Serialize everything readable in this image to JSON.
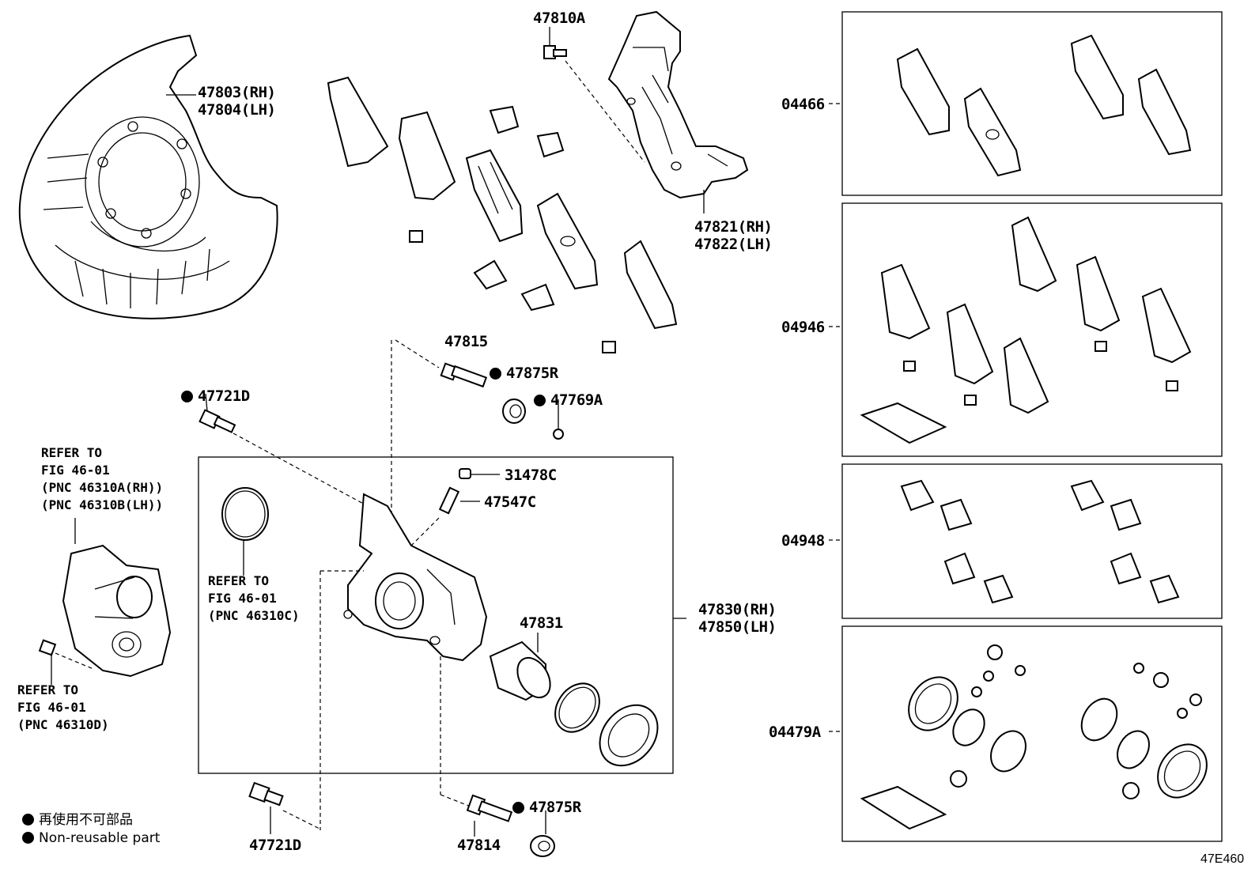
{
  "figure_code": "47E460",
  "labels": {
    "p47810A": "47810A",
    "p47803": "47803(RH)",
    "p47804": "47804(LH)",
    "p47821": "47821(RH)",
    "p47822": "47822(LH)",
    "p47815": "47815",
    "p47875R_top": "47875R",
    "p47769A": "47769A",
    "p47721D_top": "47721D",
    "p31478C": "31478C",
    "p47547C": "47547C",
    "p47830": "47830(RH)",
    "p47850": "47850(LH)",
    "p47831": "47831",
    "p47721D_bottom": "47721D",
    "p47814": "47814",
    "p47875R_bottom": "47875R",
    "k04466": "04466",
    "k04946": "04946",
    "k04948": "04948",
    "k04479A": "04479A"
  },
  "refs": {
    "cylinder_ref": [
      "REFER TO",
      "FIG 46-01",
      "(PNC 46310A(RH))",
      "(PNC 46310B(LH))"
    ],
    "seal_ref": [
      "REFER TO",
      "FIG 46-01",
      "(PNC 46310C)"
    ],
    "bolt_ref": [
      "REFER TO",
      "FIG 46-01",
      "(PNC 46310D)"
    ]
  },
  "legend": {
    "jp": "再使用不可部品",
    "en": "Non-reusable part"
  }
}
